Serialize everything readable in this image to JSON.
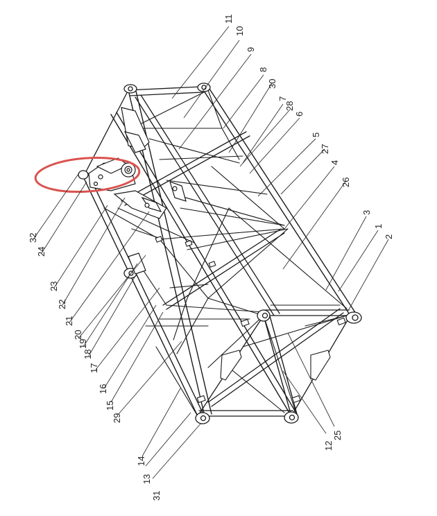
{
  "colors": {
    "line": "#1a1a1a",
    "leader": "#333333",
    "highlight": "#d9534f",
    "background": "#ffffff"
  },
  "labels": {
    "l1": "1",
    "l2": "2",
    "l3": "3",
    "l4": "4",
    "l5": "5",
    "l6": "6",
    "l7": "7",
    "l8": "8",
    "l9": "9",
    "l10": "10",
    "l11": "11",
    "l12": "12",
    "l13": "13",
    "l14": "14",
    "l15": "15",
    "l16": "16",
    "l17": "17",
    "l18": "18",
    "l19": "19",
    "l20": "20",
    "l21": "21",
    "l22": "22",
    "l23": "23",
    "l24": "24",
    "l25": "25",
    "l26": "26",
    "l27": "27",
    "l28": "28",
    "l29": "29",
    "l30": "30",
    "l31": "31",
    "l32": "32"
  }
}
